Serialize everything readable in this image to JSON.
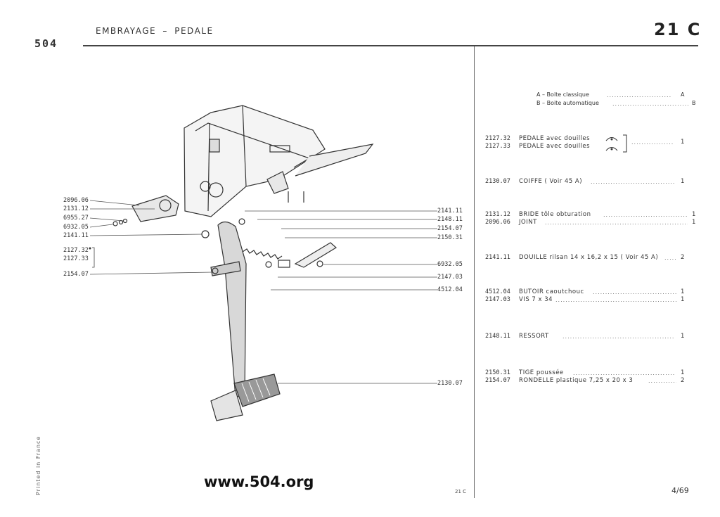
{
  "header": {
    "logo": "504",
    "title_main": "EMBRAYAGE",
    "title_sep": "–",
    "title_sub": "PEDALE",
    "page_code": "21 C"
  },
  "diagram": {
    "left_callouts": [
      "2096.06",
      "2131.12",
      "6955.27",
      "6932.05",
      "2141.11",
      "2127.32",
      "2127.33",
      "2154.07"
    ],
    "right_callouts": [
      "2141.11",
      "2148.11",
      "2154.07",
      "2150.31",
      "6932.05",
      "2147.03",
      "4512.04",
      "2130.07"
    ]
  },
  "legend": [
    {
      "text": "A – Boite classique",
      "code": "A"
    },
    {
      "text": "B – Boite automatique",
      "code": "B"
    }
  ],
  "parts": [
    {
      "refs": [
        "2127.32",
        "2127.33"
      ],
      "desc": [
        "PEDALE avec douilles",
        "PEDALE avec douilles"
      ],
      "qty": "1"
    },
    {
      "refs": [
        "2130.07"
      ],
      "desc": [
        "COIFFE ( Voir 45 A)"
      ],
      "qty": "1"
    },
    {
      "refs": [
        "2131.12",
        "2096.06"
      ],
      "desc": [
        "BRIDE tôle obturation",
        "JOINT"
      ],
      "qtys": [
        "1",
        "1"
      ]
    },
    {
      "refs": [
        "2141.11"
      ],
      "desc": [
        "DOUILLE rilsan 14 x 16,2 x 15 ( Voir 45 A)"
      ],
      "qty": "2"
    },
    {
      "refs": [
        "4512.04",
        "2147.03"
      ],
      "desc": [
        "BUTOIR caoutchouc",
        "VIS 7 x 34"
      ],
      "qtys": [
        "1",
        "1"
      ]
    },
    {
      "refs": [
        "2148.11"
      ],
      "desc": [
        "RESSORT"
      ],
      "qty": "1"
    },
    {
      "refs": [
        "2150.31",
        "2154.07"
      ],
      "desc": [
        "TIGE poussée",
        "RONDELLE plastique 7,25 x 20 x 3"
      ],
      "qtys": [
        "1",
        "2"
      ]
    }
  ],
  "footer": {
    "printed": "Printed in France",
    "website": "www.504.org",
    "code": "21 C",
    "page": "4/69"
  }
}
